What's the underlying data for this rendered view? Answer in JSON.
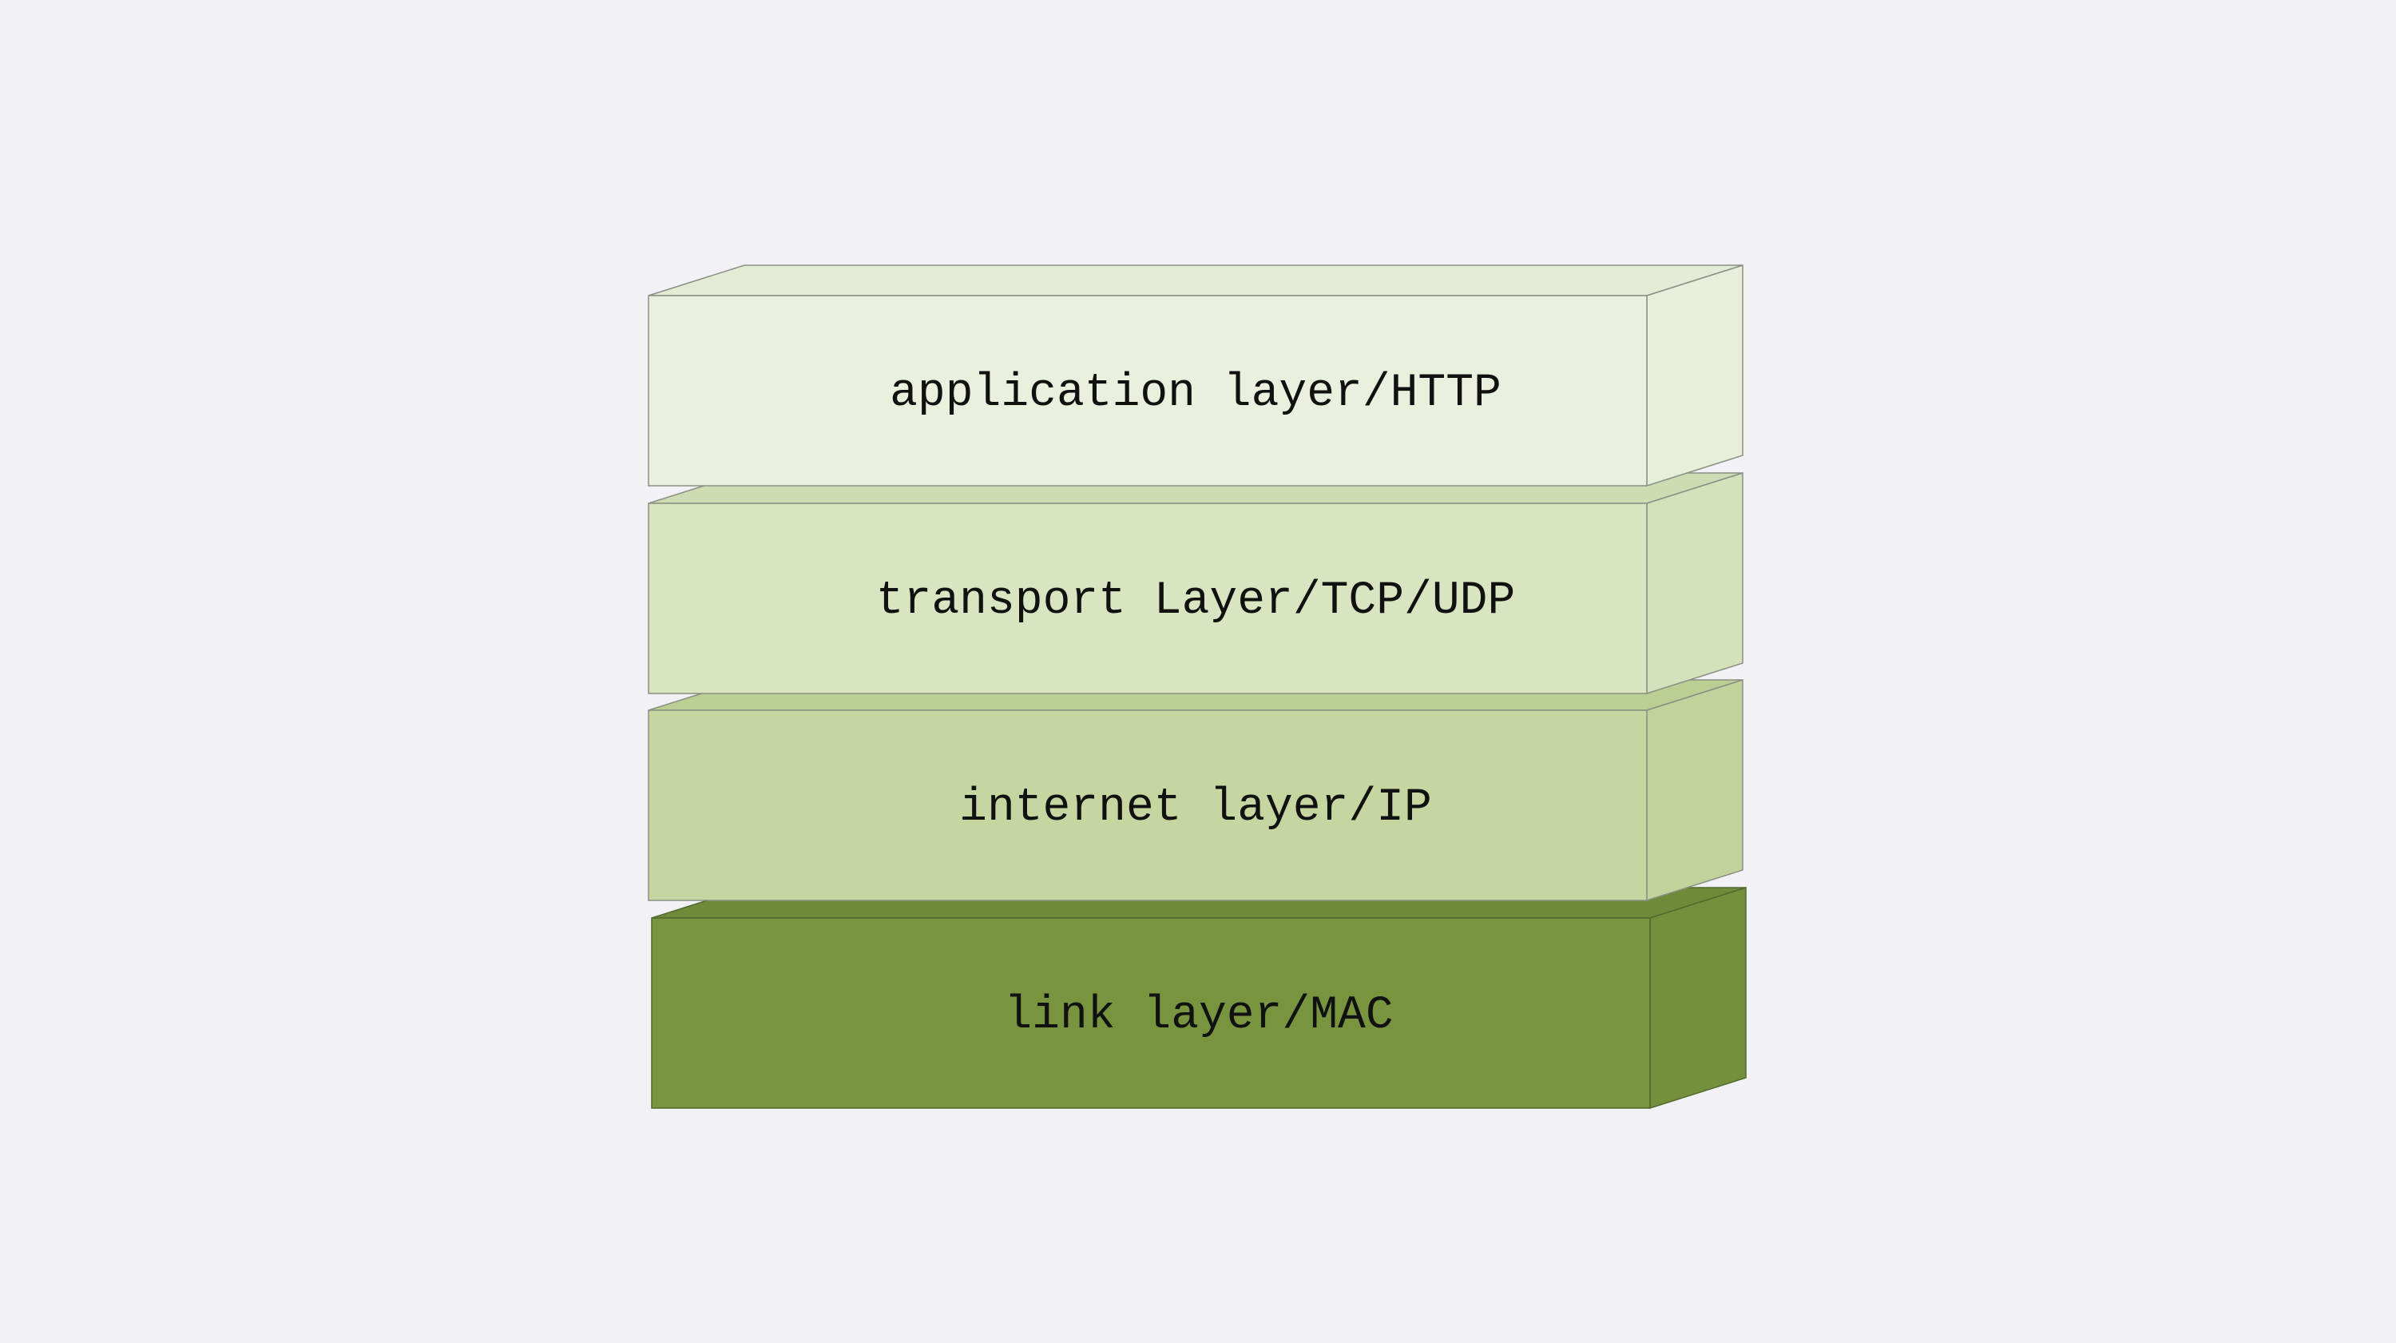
{
  "diagram": {
    "layers": [
      {
        "id": "application",
        "label": "application layer/HTTP",
        "colors": {
          "front": "#eaf0de",
          "top": "#e3ebd4",
          "side": "#e7eed9"
        }
      },
      {
        "id": "transport",
        "label": "transport Layer/TCP/UDP",
        "colors": {
          "front": "#d9e4c1",
          "top": "#cfdcb3",
          "side": "#d5e1bb"
        }
      },
      {
        "id": "internet",
        "label": "internet layer/IP",
        "colors": {
          "front": "#c5d6a0",
          "top": "#bccf93",
          "side": "#c1d39a"
        }
      },
      {
        "id": "link",
        "label": "link layer/MAC",
        "colors": {
          "front": "#79943f",
          "top": "#6f8a38",
          "side": "#75903c"
        }
      }
    ]
  }
}
